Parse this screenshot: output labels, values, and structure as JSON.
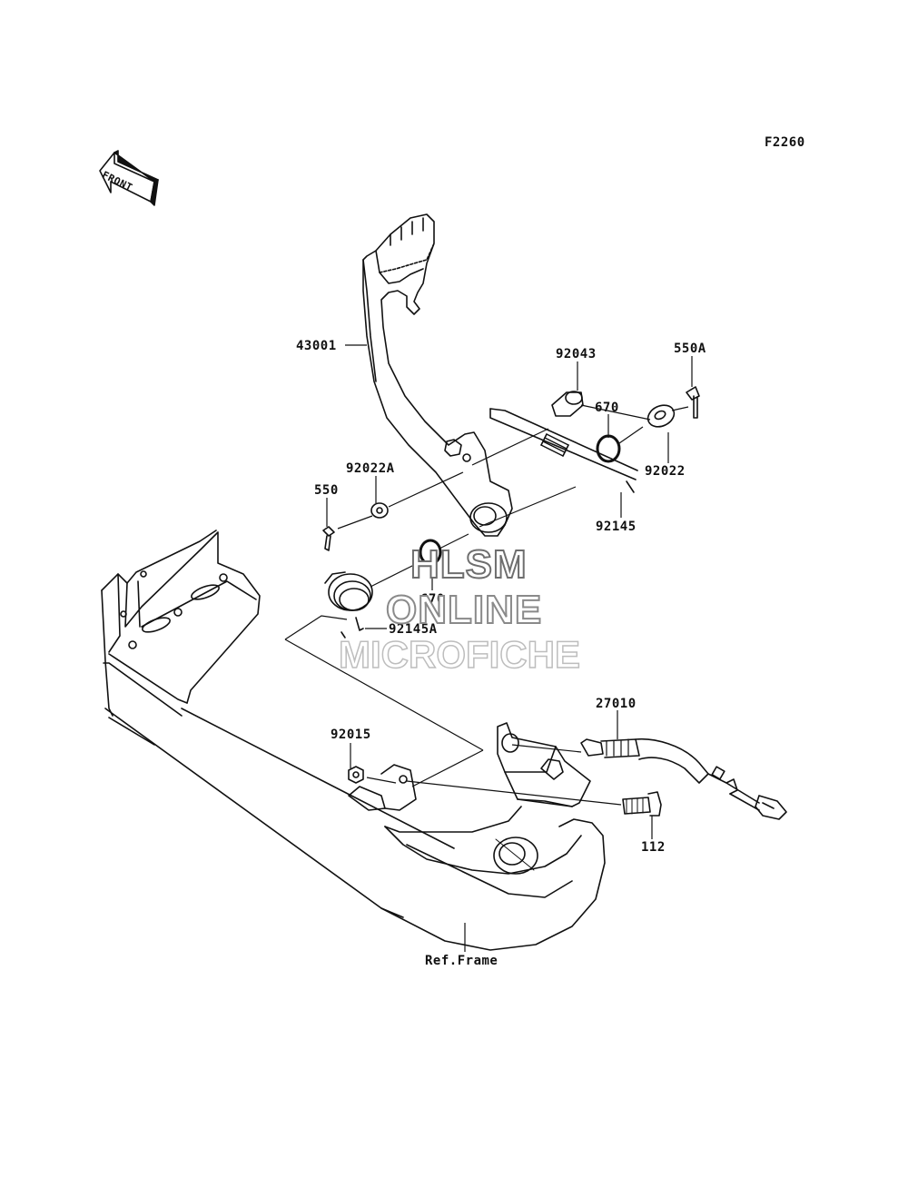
{
  "figure_code": "F2260",
  "front_label": "FRONT",
  "parts": {
    "brake_pedal": "43001",
    "pin": "92043",
    "cotter_pin_550a": "550A",
    "o_ring_upper": "670",
    "washer_92022": "92022",
    "spring_92145": "92145",
    "washer_92022a": "92022A",
    "cotter_pin_550": "550",
    "o_ring_lower": "670",
    "spring_92145a": "92145A",
    "switch_27010": "27010",
    "nut_92015": "92015",
    "bolt_112": "112",
    "ref_frame": "Ref.Frame"
  },
  "watermark": {
    "line1": "HLSM",
    "line2": "ONLINE",
    "line3": "MICROFICHE"
  }
}
